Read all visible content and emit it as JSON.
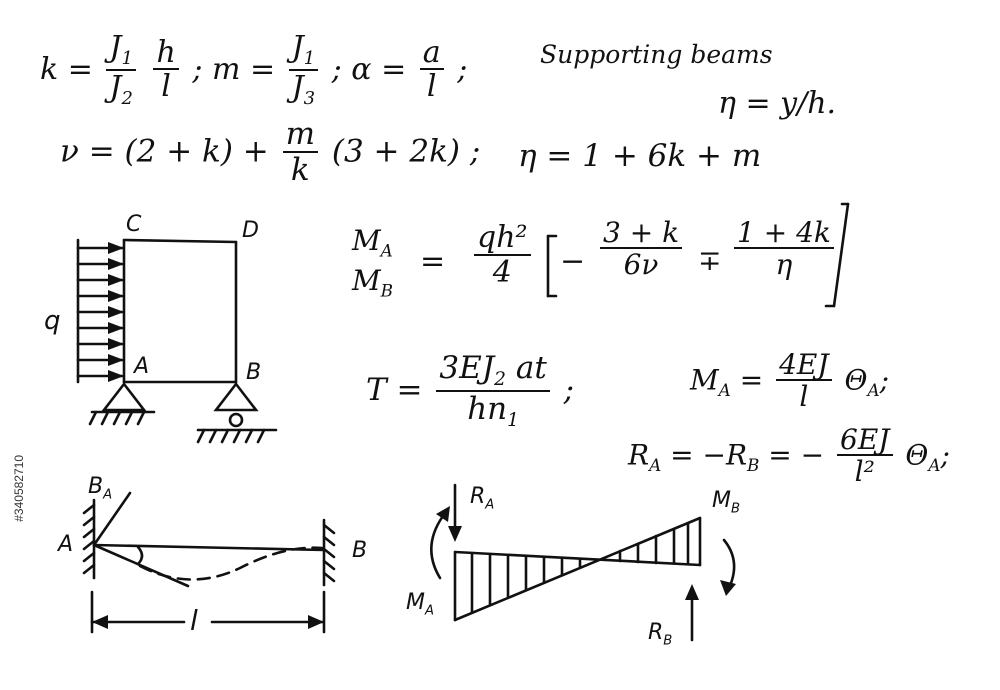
{
  "title": "Supporting beams",
  "formulas": {
    "k_lhs": "k =",
    "k_num": "J",
    "k_num_sub": "1",
    "k_den": "J",
    "k_den_sub": "2",
    "k_h": "h",
    "k_l": "l",
    "m_lhs": "; m =",
    "m_num": "J",
    "m_num_sub": "1",
    "m_den": "J",
    "m_den_sub": "3",
    "d_lhs": "; α =",
    "d_num": "a",
    "d_den": "l",
    "d_end": ";",
    "eta_ratio": "η = y/h.",
    "v_line_a": "ν = (2 + k) +",
    "v_m": "m",
    "v_k": "k",
    "v_line_b": "(3 + 2k) ;",
    "eta_def": "η = 1 + 6k + m",
    "ma_lhs_a": "M",
    "ma_lhs_a_sub": "A",
    "ma_lhs_b": "M",
    "ma_lhs_b_sub": "B",
    "ma_eq": "=",
    "ma_coef_num": "qh²",
    "ma_coef_den": "4",
    "ma_t1_num": "3 + k",
    "ma_t1_den": "6ν",
    "ma_pm": "∓",
    "ma_t2_num": "1 + 4k",
    "ma_t2_den": "η",
    "ma_minus": "−",
    "t_lhs": "T =",
    "t_num": "3EJ",
    "t_num_sub": "2",
    "t_num_tail": "at",
    "t_den": "hn",
    "t_den_sub": "1",
    "t_end": ";",
    "ma2_lhs": "M",
    "ma2_lhs_sub": "A",
    "ma2_eq": "=",
    "ma2_num": "4EJ",
    "ma2_den": "l",
    "ma2_tail": "Θ",
    "ma2_tail_sub": "A",
    "ma2_end": ";",
    "r_line": "R",
    "r_line_sub": "A",
    "r_mid": "= −R",
    "r_mid_sub": "B",
    "r_eq": "= −",
    "r_num": "6EJ",
    "r_den": "l²",
    "r_tail": "Θ",
    "r_tail_sub": "A",
    "r_end": ";"
  },
  "frame": {
    "q": "q",
    "C": "C",
    "D": "D",
    "A": "A",
    "B": "B"
  },
  "beam": {
    "BA": "B",
    "BA_sub": "A",
    "A": "A",
    "B": "B",
    "l": "l"
  },
  "moment": {
    "RA": "R",
    "RA_sub": "A",
    "MB": "M",
    "MB_sub": "B",
    "MA": "M",
    "MA_sub": "A",
    "RB": "R",
    "RB_sub": "B"
  },
  "stock_id": "#340582710"
}
